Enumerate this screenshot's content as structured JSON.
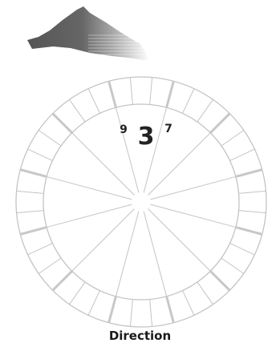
{
  "colors": {
    "ring": "#c4c4c4",
    "ring_major": "#c8c8c8",
    "text": "#222222",
    "logo_dark": "#5a5a5a"
  },
  "dial": {
    "center_value": "3",
    "left_value": "9",
    "right_value": "7",
    "label": "Direction"
  },
  "logo": {
    "icon": "mountain-logo-icon"
  }
}
